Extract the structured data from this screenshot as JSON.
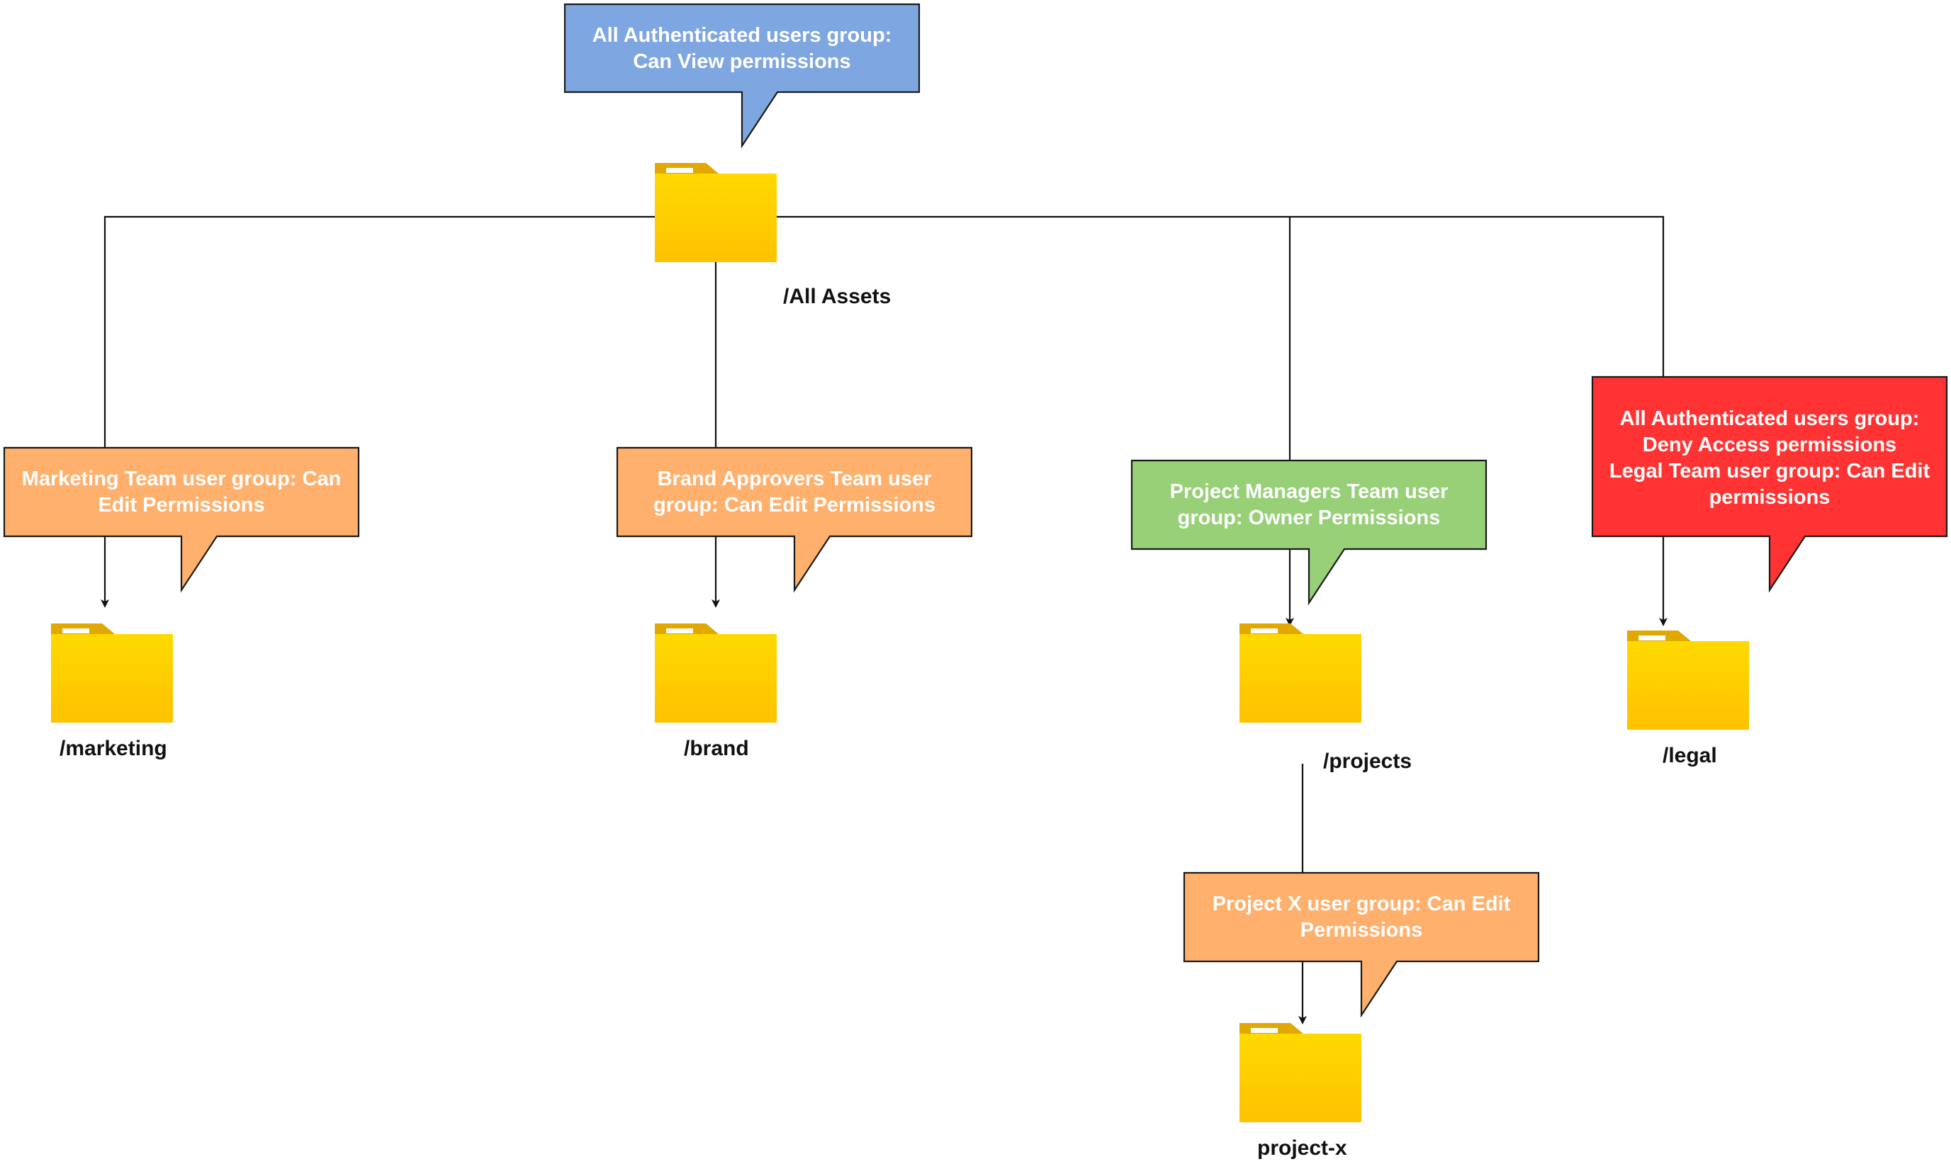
{
  "colors": {
    "blue": "#7ea6e0",
    "orange": "#ffb06d",
    "green": "#97d077",
    "red": "#ff3333",
    "folder_body": "#ffc800",
    "folder_tab": "#e0a800",
    "line": "#111111"
  },
  "icons": {
    "folder": "folder-icon"
  },
  "folders": {
    "root": "/All Assets",
    "marketing": "/marketing",
    "brand": "/brand",
    "projects": "/projects",
    "legal": "/legal",
    "project_x": "project-x"
  },
  "callouts": {
    "root": {
      "lines": [
        "All Authenticated users group:",
        "Can View permissions"
      ],
      "color": "blue"
    },
    "marketing": {
      "lines": [
        "Marketing Team user group: Can",
        "Edit Permissions"
      ],
      "color": "orange"
    },
    "brand": {
      "lines": [
        "Brand Approvers Team user",
        "group: Can Edit Permissions"
      ],
      "color": "orange"
    },
    "projects": {
      "lines": [
        "Project  Managers Team user",
        "group: Owner Permissions"
      ],
      "color": "green"
    },
    "legal": {
      "lines": [
        "All Authenticated users group:",
        "Deny Access permissions",
        "Legal Team user group: Can Edit",
        "permissions"
      ],
      "color": "red"
    },
    "project_x": {
      "lines": [
        "Project X user group: Can Edit",
        "Permissions"
      ],
      "color": "orange"
    }
  }
}
